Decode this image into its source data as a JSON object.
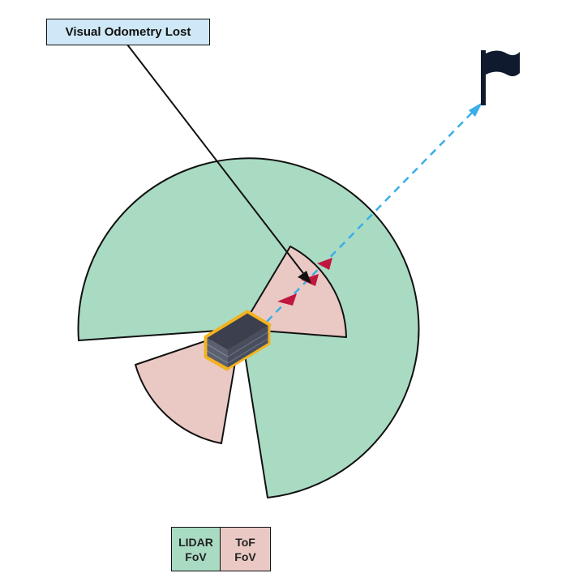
{
  "callout": {
    "label": "Visual Odometry Lost"
  },
  "legend": {
    "lidar": {
      "line1": "LIDAR",
      "line2": "FoV",
      "color": "#a9dbc2"
    },
    "tof": {
      "line1": "ToF",
      "line2": "FoV",
      "color": "#eac9c4"
    }
  },
  "colors": {
    "lidar_fov": "#a9dbc2",
    "tof_fov": "#eac9c4",
    "path_dash": "#3aaee8",
    "landmark_marker": "#c0173f",
    "sensor_body": "#3b3f4e",
    "sensor_outline": "#f2b31e",
    "flag": "#0f1a2e",
    "outline": "#111111"
  },
  "icons": {
    "goal": "flag-icon",
    "sensor": "sensor-unit-icon"
  }
}
